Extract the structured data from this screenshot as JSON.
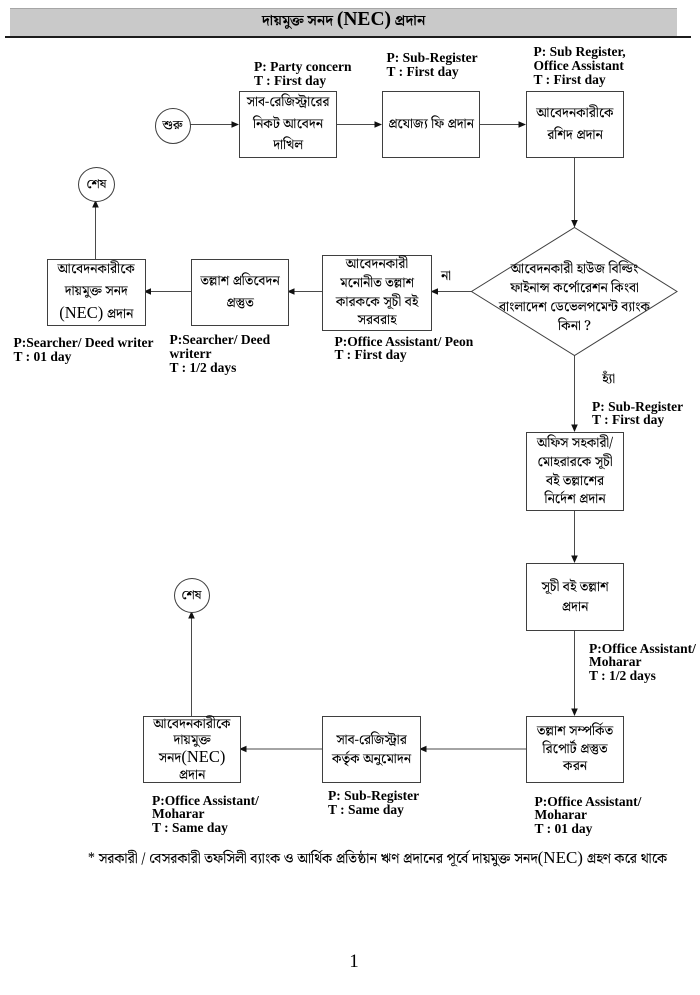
{
  "document": {
    "title": "দায়মুক্ত সনদ (NEC) প্রদান",
    "footnote": "* সরকারী / বেসরকারী তফসিলী ব্যাংক ও আর্থিক প্রতিষ্ঠান ঋণ প্রদানের পূর্বে দায়মুক্ত সনদ(NEC) গ্রহণ করে থাকে",
    "page_number": "1"
  },
  "colors": {
    "band_background": "#c9c9c9",
    "rule": "#1c1c1c",
    "shape_border": "#3f3f3f",
    "connector": "#4a4a4a",
    "arrowhead": "#111111",
    "text": "#000000",
    "page_background": "#ffffff"
  },
  "flowchart": {
    "start": {
      "label": "শুরু"
    },
    "end_top": {
      "label": "শেষ"
    },
    "end_bottom": {
      "label": "শেষ"
    },
    "decision": {
      "text": "আবেদনকারী হাউজ বিল্ডিং\nফাইনান্স কর্পোরেশন কিংবা\nবাংলাদেশ ডেভেলপমেন্ট ব্যাংক\nকিনা ?",
      "no_label": "না",
      "yes_label": "হ্যাঁ",
      "yes_annotation": "P: Sub-Register\nT : First day"
    },
    "nodes": {
      "submit_application": {
        "text": "সাব-রেজিস্ট্রারের\nনিকট আবেদন\nদাখিল",
        "annotation": "P: Party concern\nT : First day"
      },
      "pay_fee": {
        "text": "প্রযোজ্য ফি প্রদান",
        "annotation": "P: Sub-Register\nT : First day"
      },
      "give_receipt": {
        "text": "আবেদনকারীকে\nরশিদ প্রদান",
        "annotation": "P: Sub Register,\nOffice Assistant\nT : First day"
      },
      "supply_index_book": {
        "text": "আবেদনকারী\nমনোনীত তল্লাশ\nকারককে সূচী বই\nসরবরাহ",
        "annotation": "P:Office Assistant/ Peon\nT : First day"
      },
      "prepare_search_report": {
        "text": "তল্লাশ প্রতিবেদন\nপ্রস্তুত",
        "annotation": "P:Searcher/ Deed\nwriterr\nT : 1/2 days"
      },
      "issue_nec": {
        "text": "আবেদনকারীকে\nদায়মুক্ত সনদ\n(NEC) প্রদান",
        "annotation": "P:Searcher/ Deed writer\nT : 01 day"
      },
      "order_search": {
        "text": "অফিস সহকারী/\nমোহরারকে সূচী\nবই তল্লাশের\nনির্দেশ প্রদান"
      },
      "search_index_book": {
        "text": "সূচী বই তল্লাশ\nপ্রদান",
        "annotation": "P:Office Assistant/\nMoharar\nT : 1/2 days"
      },
      "prepare_report": {
        "text": "তল্লাশ সম্পর্কিত\nরিপোর্ট প্রস্তুত\nকরন",
        "annotation": "P:Office Assistant/\nMoharar\nT : 01 day"
      },
      "approval": {
        "text": "সাব-রেজিস্ট্রার\nকর্তৃক অনুমোদন",
        "annotation": "P: Sub-Register\nT : Same day"
      },
      "deliver_nec": {
        "text": "আবেদনকারীকে\nদায়মুক্ত\nসনদ(NEC)\nপ্রদান",
        "annotation": "P:Office Assistant/\nMoharar\nT : Same day"
      }
    }
  }
}
